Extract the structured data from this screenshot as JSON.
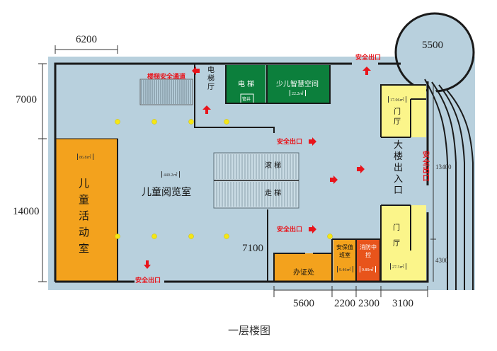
{
  "title": "一层楼图",
  "colors": {
    "floor": "#b8d0dd",
    "activity_room": "#f3a21d",
    "lobby": "#fbf58a",
    "elevator": "#0c7f3c",
    "fire_control": "#e8541b",
    "exit_red": "#e8141b",
    "light_yellow": "#f5e614",
    "wall": "#1a1a1a"
  },
  "dimensions": {
    "top_width": "6200",
    "left_upper": "7000",
    "left_lower": "14000",
    "inner": "7100",
    "bottom": [
      "5600",
      "2200",
      "2300",
      "3100"
    ],
    "right_upper": "13400",
    "right_lower": "4300",
    "tower": "5500"
  },
  "exits": {
    "top": "安全出口",
    "middle_upper": "安全出口",
    "middle_lower": "安全出口",
    "bottom": "安全出口",
    "right": "安全出口",
    "stair": "楼梯安全通道"
  },
  "rooms": {
    "elevator_hall": "电梯厅",
    "elevator": "电 梯",
    "shaft": "管井",
    "smart_space": "少儿智慧空间",
    "smart_space_area": "22.2㎡",
    "activity_room": "儿童活动室",
    "activity_area": "86.8㎡",
    "reading_room": "儿童阅览室",
    "reading_area": "440.2㎡",
    "escalator": "滚 梯",
    "walkway": "走 梯",
    "card_office": "办证处",
    "security_room": "安保值班室",
    "security_area": "9.46㎡",
    "fire_control": "消防中控",
    "fire_area": "9.89㎡",
    "lobby_upper": "门厅",
    "lobby_upper_area": "17.06㎡",
    "lobby_lower": "门厅",
    "lobby_lower_area": "27.3㎡",
    "main_entrance": "大楼出入口"
  }
}
